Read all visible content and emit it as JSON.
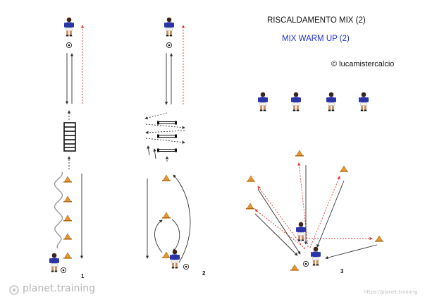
{
  "header": {
    "title_it": "RISCALDAMENTO MIX (2)",
    "title_en": "MIX WARM UP (2)",
    "copyright": "© lucamistercalcio"
  },
  "drills": [
    {
      "number": "1"
    },
    {
      "number": "2"
    },
    {
      "number": "3"
    }
  ],
  "footer": {
    "brand": "planet.training",
    "url": "https://planet.training"
  },
  "colors": {
    "player_shirt": "#2b35a8",
    "cone": "#e8962e",
    "pass_arrow": "#e03a2a",
    "run_arrow": "#333333"
  }
}
